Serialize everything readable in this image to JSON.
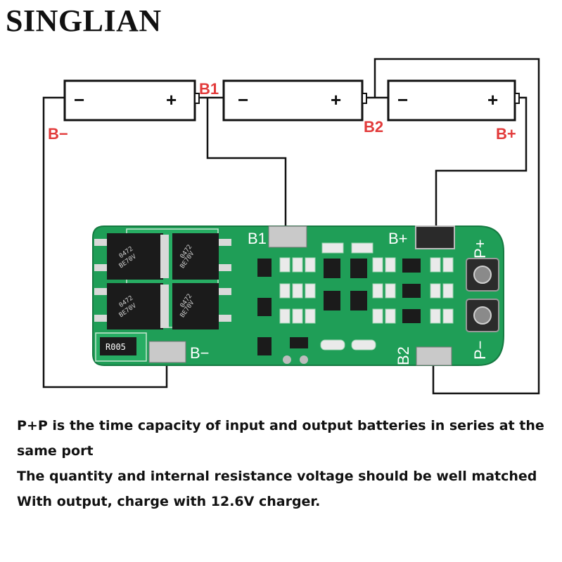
{
  "brand": "SINGLIAN",
  "cells": [
    {
      "minus": "−",
      "plus": "+"
    },
    {
      "minus": "−",
      "plus": "+"
    },
    {
      "minus": "−",
      "plus": "+"
    }
  ],
  "terminal_labels": {
    "b_minus": "B−",
    "b1": "B1",
    "b2": "B2",
    "b_plus": "B+"
  },
  "board": {
    "pad_b1": "B1",
    "pad_b_plus": "B+",
    "pad_b_minus": "B−",
    "pad_b2": "B2",
    "p_plus": "P+",
    "p_minus": "P−",
    "shunt": "R005",
    "mosfet_marks": [
      "0472",
      "BE70V"
    ]
  },
  "caption": {
    "line1": "P+P is the time capacity of input and output batteries in series at the",
    "line2": "same port",
    "line3": "The quantity and internal resistance voltage should be well matched",
    "line4": "With output, charge with 12.6V charger."
  },
  "colors": {
    "pcb": "#1f9e57",
    "label_red": "#e23b3b",
    "wire": "#111111"
  }
}
